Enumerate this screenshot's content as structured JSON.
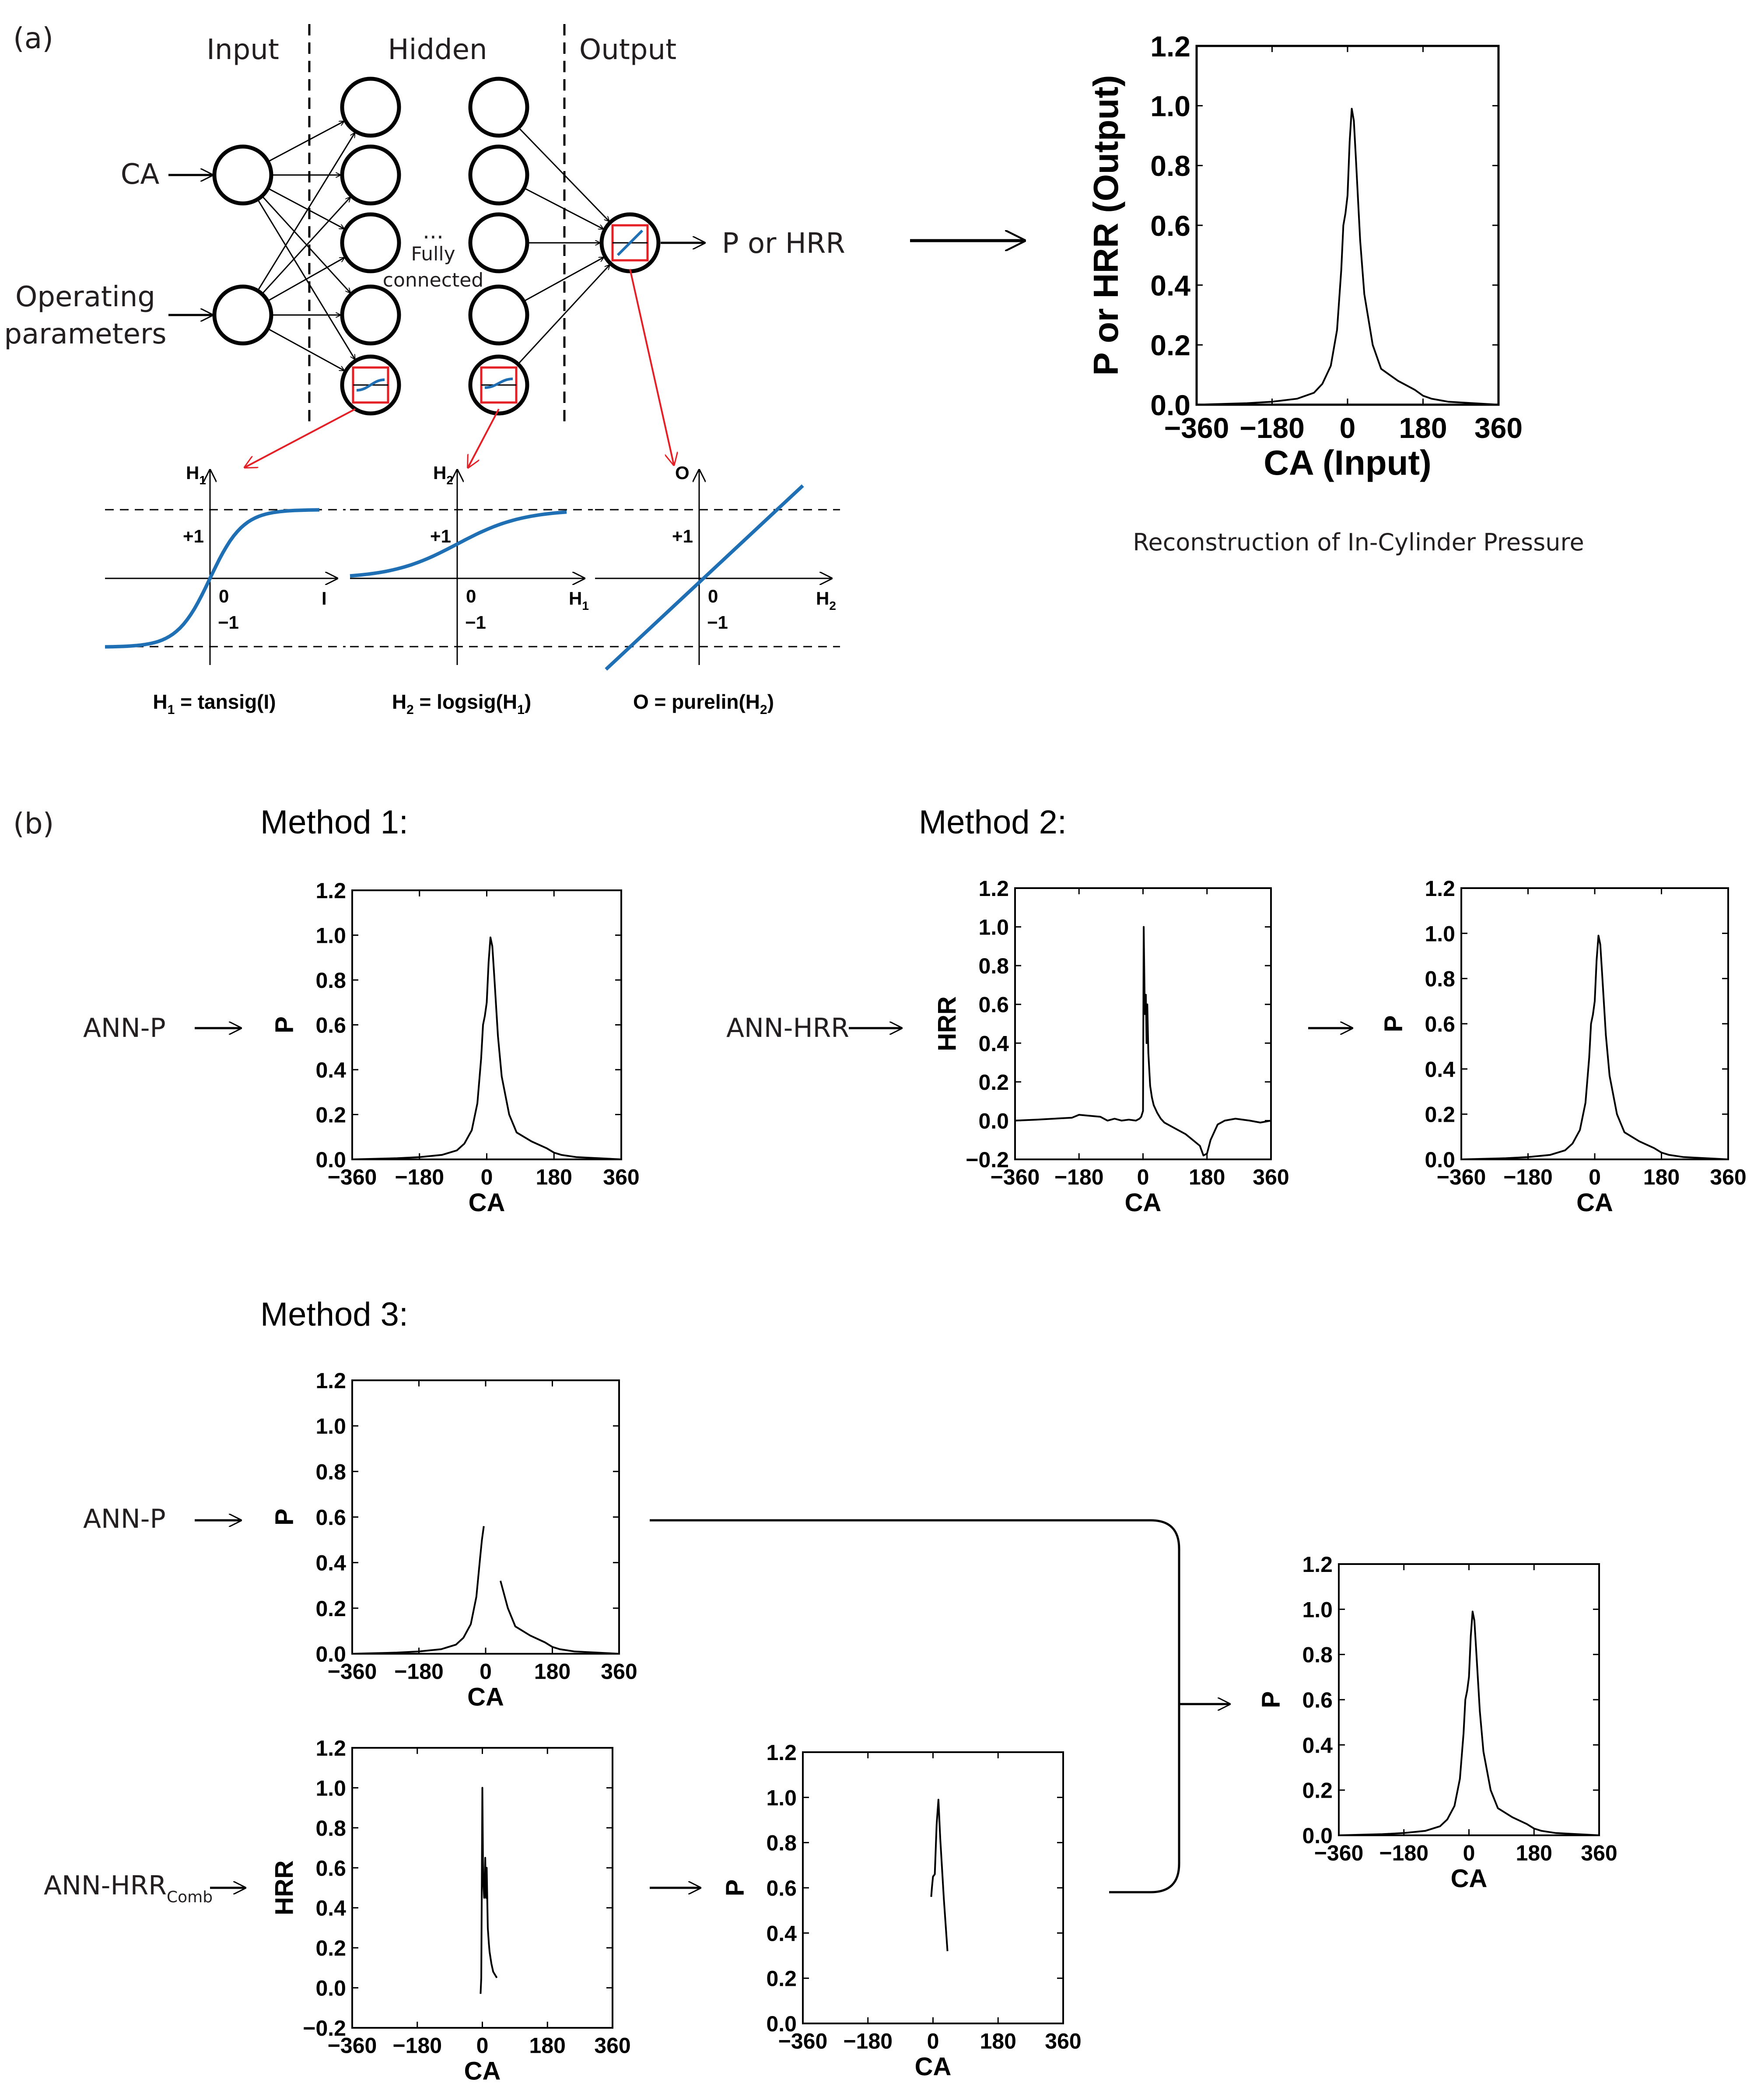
{
  "panel_a": {
    "tag": "(a)",
    "layer_labels": {
      "input": "Input",
      "hidden": "Hidden",
      "output": "Output"
    },
    "ca_input": "CA",
    "operating_1": "Operating",
    "operating_2": "parameters",
    "dots": "...",
    "fully_1": "Fully",
    "fully_2": "connected",
    "output_label": "P or HRR",
    "caption": "Reconstruction of In-Cylinder Pressure",
    "accent_color": "#1f6fb4",
    "highlight_color": "#e41f26",
    "activations": [
      {
        "yaxis_main": "H",
        "yaxis_sub": "1",
        "xaxis_main": "I",
        "xaxis_sub": "",
        "plus_one": "+1",
        "zero": "0",
        "minus_one": "−1",
        "eq_1": "H",
        "eq_1_sub": "1",
        "eq_2": " = tansig(I)",
        "eq_2_sub": "",
        "eq_3": ""
      },
      {
        "yaxis_main": "H",
        "yaxis_sub": "2",
        "xaxis_main": "H",
        "xaxis_sub": "1",
        "plus_one": "+1",
        "zero": "0",
        "minus_one": "−1",
        "eq_1": "H",
        "eq_1_sub": "2",
        "eq_2": " = logsig(H",
        "eq_2_sub": "1",
        "eq_3": ")"
      },
      {
        "yaxis_main": "O",
        "yaxis_sub": "",
        "xaxis_main": "H",
        "xaxis_sub": "2",
        "plus_one": "+1",
        "zero": "0",
        "minus_one": "−1",
        "eq_1": "O = purelin(H",
        "eq_1_sub": "2",
        "eq_2": ")",
        "eq_2_sub": "",
        "eq_3": ""
      }
    ]
  },
  "panel_b": {
    "tag": "(b)",
    "method1": "Method 1:",
    "method2": "Method 2:",
    "method3": "Method 3:",
    "ann_p": "ANN-P",
    "ann_hrr": "ANN-HRR",
    "ann_hrr_comb": "ANN-HRR",
    "ann_hrr_comb_sub": "Comb"
  },
  "chart_data": [
    {
      "id": "main",
      "type": "line",
      "xlabel": "CA (Input)",
      "ylabel": "P or HRR (Output)",
      "xlim": [
        -360,
        360
      ],
      "ylim": [
        0,
        1.2
      ],
      "xticks": [
        "−360",
        "−180",
        "0",
        "180",
        "360"
      ],
      "yticks": [
        "0.0",
        "0.2",
        "0.4",
        "0.6",
        "0.8",
        "1.0",
        "1.2"
      ],
      "series": [
        {
          "x": [
            -360,
            -240,
            -180,
            -120,
            -80,
            -60,
            -40,
            -25,
            -15,
            -10,
            -5,
            0,
            5,
            10,
            15,
            20,
            30,
            40,
            60,
            80,
            120,
            160,
            180,
            200,
            240,
            300,
            360
          ],
          "y": [
            0.0,
            0.005,
            0.01,
            0.02,
            0.04,
            0.07,
            0.13,
            0.25,
            0.45,
            0.6,
            0.64,
            0.7,
            0.88,
            0.99,
            0.95,
            0.82,
            0.55,
            0.37,
            0.2,
            0.12,
            0.08,
            0.05,
            0.03,
            0.02,
            0.01,
            0.005,
            0.0
          ]
        }
      ]
    },
    {
      "id": "m1",
      "type": "line",
      "xlabel": "CA",
      "ylabel": "P",
      "xlim": [
        -360,
        360
      ],
      "ylim": [
        0,
        1.2
      ],
      "xticks": [
        "−360",
        "−180",
        "0",
        "180",
        "360"
      ],
      "yticks": [
        "0.0",
        "0.2",
        "0.4",
        "0.6",
        "0.8",
        "1.0",
        "1.2"
      ],
      "series": [
        {
          "x": [
            -360,
            -240,
            -180,
            -120,
            -80,
            -60,
            -40,
            -25,
            -15,
            -10,
            -5,
            0,
            5,
            10,
            15,
            20,
            30,
            40,
            60,
            80,
            120,
            160,
            180,
            200,
            240,
            300,
            360
          ],
          "y": [
            0.0,
            0.005,
            0.01,
            0.02,
            0.04,
            0.07,
            0.13,
            0.25,
            0.45,
            0.6,
            0.64,
            0.7,
            0.88,
            0.99,
            0.95,
            0.82,
            0.55,
            0.37,
            0.2,
            0.12,
            0.08,
            0.05,
            0.03,
            0.02,
            0.01,
            0.005,
            0.0
          ]
        }
      ]
    },
    {
      "id": "m2a",
      "type": "line",
      "xlabel": "CA",
      "ylabel": "HRR",
      "xlim": [
        -360,
        360
      ],
      "ylim": [
        -0.2,
        1.2
      ],
      "xticks": [
        "−360",
        "−180",
        "0",
        "180",
        "360"
      ],
      "yticks": [
        "−0.2",
        "0.0",
        "0.2",
        "0.4",
        "0.6",
        "0.8",
        "1.0",
        "1.2"
      ],
      "series": [
        {
          "x": [
            -360,
            -300,
            -250,
            -200,
            -180,
            -150,
            -120,
            -100,
            -80,
            -60,
            -40,
            -20,
            -10,
            -5,
            0,
            2,
            5,
            8,
            10,
            12,
            15,
            18,
            20,
            25,
            30,
            40,
            50,
            60,
            80,
            100,
            120,
            140,
            160,
            170,
            180,
            190,
            200,
            210,
            230,
            260,
            300,
            330,
            360
          ],
          "y": [
            0.0,
            0.005,
            0.01,
            0.015,
            0.03,
            0.025,
            0.02,
            0.0,
            0.01,
            0.0,
            0.005,
            0.0,
            0.01,
            0.02,
            0.05,
            1.0,
            0.55,
            0.65,
            0.4,
            0.6,
            0.35,
            0.25,
            0.18,
            0.12,
            0.08,
            0.04,
            0.01,
            -0.01,
            -0.03,
            -0.05,
            -0.07,
            -0.1,
            -0.13,
            -0.18,
            -0.17,
            -0.1,
            -0.06,
            -0.02,
            0.0,
            0.01,
            0.0,
            -0.01,
            0.0
          ]
        }
      ]
    },
    {
      "id": "m2b",
      "type": "line",
      "xlabel": "CA",
      "ylabel": "P",
      "xlim": [
        -360,
        360
      ],
      "ylim": [
        0,
        1.2
      ],
      "xticks": [
        "−360",
        "−180",
        "0",
        "180",
        "360"
      ],
      "yticks": [
        "0.0",
        "0.2",
        "0.4",
        "0.6",
        "0.8",
        "1.0",
        "1.2"
      ],
      "series": [
        {
          "x": [
            -360,
            -240,
            -180,
            -120,
            -80,
            -60,
            -40,
            -25,
            -15,
            -10,
            -5,
            0,
            5,
            10,
            15,
            20,
            30,
            40,
            60,
            80,
            120,
            160,
            180,
            200,
            240,
            300,
            360
          ],
          "y": [
            0.0,
            0.005,
            0.01,
            0.02,
            0.04,
            0.07,
            0.13,
            0.25,
            0.45,
            0.6,
            0.64,
            0.7,
            0.88,
            0.99,
            0.95,
            0.82,
            0.55,
            0.37,
            0.2,
            0.12,
            0.08,
            0.05,
            0.03,
            0.02,
            0.01,
            0.005,
            0.0
          ]
        }
      ]
    },
    {
      "id": "m3p",
      "type": "line",
      "xlabel": "CA",
      "ylabel": "P",
      "xlim": [
        -360,
        360
      ],
      "ylim": [
        0,
        1.2
      ],
      "xticks": [
        "−360",
        "−180",
        "0",
        "180",
        "360"
      ],
      "yticks": [
        "0.0",
        "0.2",
        "0.4",
        "0.6",
        "0.8",
        "1.0",
        "1.2"
      ],
      "series": [
        {
          "x": [
            -360,
            -240,
            -180,
            -120,
            -80,
            -60,
            -40,
            -25,
            -15,
            -10,
            -5
          ],
          "y": [
            0.0,
            0.005,
            0.01,
            0.02,
            0.04,
            0.07,
            0.13,
            0.25,
            0.42,
            0.5,
            0.56
          ]
        },
        {
          "x": [
            40,
            60,
            80,
            120,
            160,
            180,
            200,
            240,
            300,
            360
          ],
          "y": [
            0.32,
            0.2,
            0.12,
            0.08,
            0.05,
            0.03,
            0.02,
            0.01,
            0.005,
            0.0
          ]
        }
      ]
    },
    {
      "id": "m3hrr",
      "type": "line",
      "xlabel": "CA",
      "ylabel": "HRR",
      "xlim": [
        -360,
        360
      ],
      "ylim": [
        -0.2,
        1.2
      ],
      "xticks": [
        "−360",
        "−180",
        "0",
        "180",
        "360"
      ],
      "yticks": [
        "−0.2",
        "0.0",
        "0.2",
        "0.4",
        "0.6",
        "0.8",
        "1.0",
        "1.2"
      ],
      "series": [
        {
          "x": [
            -5,
            -3,
            0,
            2,
            5,
            8,
            10,
            12,
            15,
            18,
            20,
            25,
            30,
            40
          ],
          "y": [
            -0.03,
            0.05,
            1.0,
            0.55,
            0.45,
            0.65,
            0.45,
            0.6,
            0.3,
            0.22,
            0.18,
            0.12,
            0.08,
            0.05
          ]
        }
      ]
    },
    {
      "id": "m3pb",
      "type": "line",
      "xlabel": "CA",
      "ylabel": "P",
      "xlim": [
        -360,
        360
      ],
      "ylim": [
        0,
        1.2
      ],
      "xticks": [
        "−360",
        "−180",
        "0",
        "180",
        "360"
      ],
      "yticks": [
        "0.0",
        "0.2",
        "0.4",
        "0.6",
        "0.8",
        "1.0",
        "1.2"
      ],
      "series": [
        {
          "x": [
            -5,
            -3,
            0,
            5,
            10,
            15,
            20,
            30,
            40
          ],
          "y": [
            0.56,
            0.6,
            0.65,
            0.66,
            0.88,
            0.99,
            0.82,
            0.55,
            0.32
          ]
        }
      ]
    },
    {
      "id": "m3out",
      "type": "line",
      "xlabel": "CA",
      "ylabel": "P",
      "xlim": [
        -360,
        360
      ],
      "ylim": [
        0,
        1.2
      ],
      "xticks": [
        "−360",
        "−180",
        "0",
        "180",
        "360"
      ],
      "yticks": [
        "0.0",
        "0.2",
        "0.4",
        "0.6",
        "0.8",
        "1.0",
        "1.2"
      ],
      "series": [
        {
          "x": [
            -360,
            -240,
            -180,
            -120,
            -80,
            -60,
            -40,
            -25,
            -15,
            -10,
            -5,
            0,
            5,
            10,
            15,
            20,
            30,
            40,
            60,
            80,
            120,
            160,
            180,
            200,
            240,
            300,
            360
          ],
          "y": [
            0.0,
            0.005,
            0.01,
            0.02,
            0.04,
            0.07,
            0.13,
            0.25,
            0.45,
            0.6,
            0.64,
            0.7,
            0.88,
            0.99,
            0.95,
            0.82,
            0.55,
            0.37,
            0.2,
            0.12,
            0.08,
            0.05,
            0.03,
            0.02,
            0.01,
            0.005,
            0.0
          ]
        }
      ]
    }
  ]
}
